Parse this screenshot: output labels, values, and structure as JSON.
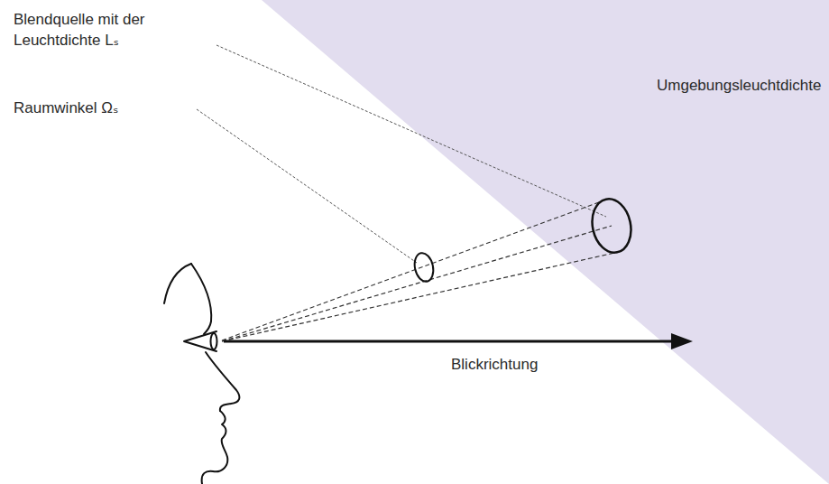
{
  "diagram": {
    "labels": [
      "Blendquelle mit der Leuchtdichte Lₛ",
      "Raumwinkel Ωₛ",
      "Umgebungsleuchtdichte",
      "Blickrichtung"
    ]
  }
}
